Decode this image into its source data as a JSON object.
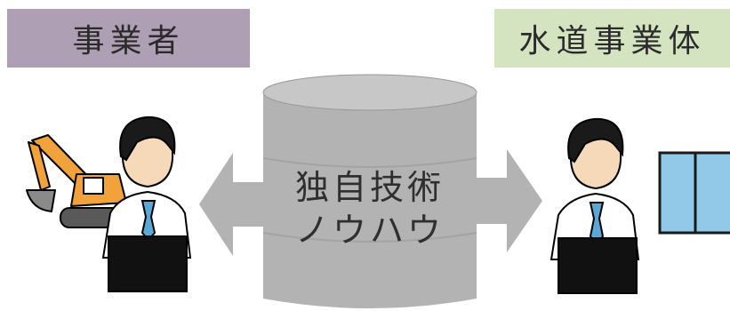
{
  "left_label": {
    "text": "事業者",
    "bg": "#ae9fb5"
  },
  "right_label": {
    "text": "水道事業体",
    "bg": "#d5e4c0"
  },
  "center": {
    "line1": "独自技術",
    "line2": "ノウハウ",
    "color": "#b3b3b3"
  },
  "icons": [
    "excavator-icon",
    "person-left-icon",
    "database-icon",
    "arrow-left-icon",
    "arrow-right-icon",
    "person-right-icon",
    "window-icon"
  ]
}
